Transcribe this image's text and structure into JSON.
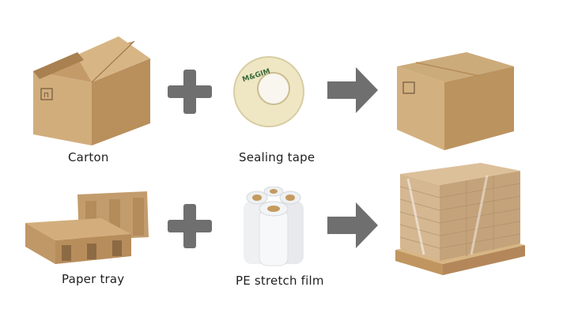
{
  "labels": {
    "carton": "Carton",
    "sealing_tape": "Sealing tape",
    "paper_tray": "Paper tray",
    "pe_stretch_film": "PE stretch film"
  },
  "tape_brand_text": "M&GIM",
  "colors": {
    "cardboard": "#c9a576",
    "cardboard_dark": "#b08757",
    "operator_gray": "#6f6f6f",
    "background": "#ffffff"
  }
}
